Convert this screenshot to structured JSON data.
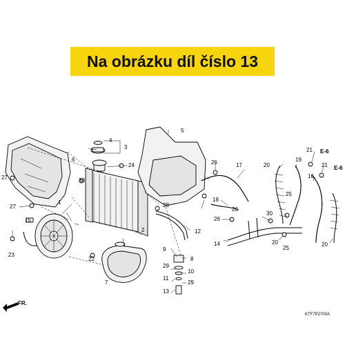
{
  "banner": {
    "text": "Na obrázku díl číslo 13",
    "background": "#f6d40e"
  },
  "callouts": [
    "1",
    "2",
    "3",
    "4",
    "5",
    "6",
    "7",
    "8",
    "9",
    "10",
    "11",
    "12",
    "13",
    "14",
    "15",
    "16",
    "17",
    "18",
    "19",
    "20",
    "20",
    "20",
    "21",
    "21",
    "22",
    "23",
    "24",
    "25",
    "25",
    "26",
    "26",
    "26",
    "27",
    "27",
    "28",
    "29",
    "29",
    "30",
    "30"
  ],
  "refs": {
    "e6_top": "E-6",
    "e6_side": "E-6"
  },
  "direction_label": "FR.",
  "drawing_code": "KTF7P2700A"
}
